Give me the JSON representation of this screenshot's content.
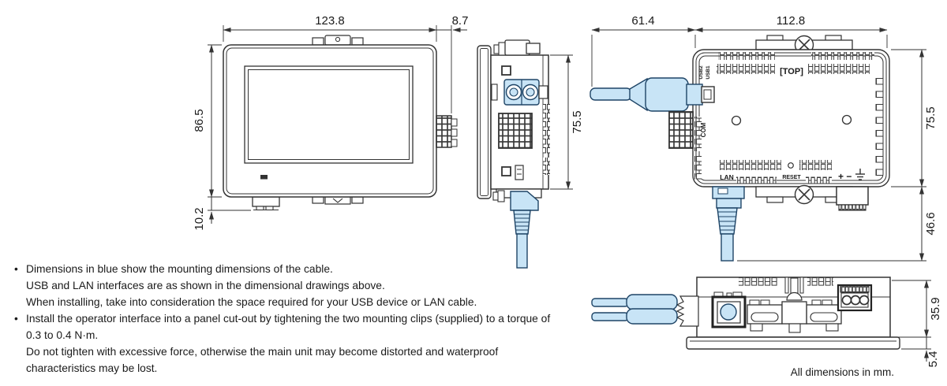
{
  "colors": {
    "line": "#333333",
    "text": "#1a1a1a",
    "cable_fill": "#c8e4f6",
    "cable_stroke": "#1e4466"
  },
  "views": {
    "front": {
      "dim_width": "123.8",
      "dim_side": "8.7",
      "dim_height": "86.5",
      "dim_bottom": "10.2"
    },
    "side": {
      "dim_depth": "75.5"
    },
    "rear": {
      "dim_cable": "61.4",
      "dim_width": "112.8",
      "dim_height": "75.5",
      "dim_cable_drop": "46.6",
      "labels": {
        "top": "[TOP]",
        "usb1": "USB1",
        "usb2": "USB2",
        "com": "COM",
        "lan": "LAN",
        "reset": "RESET",
        "power": "+ −"
      }
    },
    "bottom": {
      "dim_depth": "35.9",
      "dim_flange": "5.4"
    }
  },
  "notes": {
    "lines": [
      {
        "marker": "•",
        "text": "Dimensions in blue show the mounting dimensions of the cable."
      },
      {
        "marker": "",
        "text": "USB and LAN interfaces are as shown in the dimensional drawings above."
      },
      {
        "marker": "",
        "text": "When installing, take into consideration the space required for your USB device or LAN cable."
      },
      {
        "marker": "•",
        "text": "Install the operator interface into a panel cut-out by tightening the two mounting clips (supplied) to a torque of"
      },
      {
        "marker": "",
        "text": "0.3 to 0.4 N·m."
      },
      {
        "marker": "",
        "text": "Do not tighten with excessive force, otherwise the main unit may become distorted and waterproof"
      },
      {
        "marker": "",
        "text": "characteristics may be lost."
      }
    ]
  },
  "footer": {
    "units_note": "All dimensions in mm."
  }
}
